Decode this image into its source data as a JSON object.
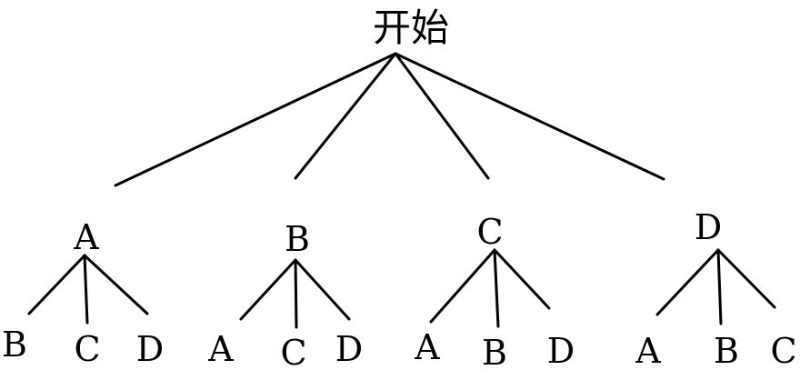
{
  "tree": {
    "root": "开始",
    "branches": [
      {
        "label": "A",
        "children": [
          "B",
          "C",
          "D"
        ]
      },
      {
        "label": "B",
        "children": [
          "A",
          "C",
          "D"
        ]
      },
      {
        "label": "C",
        "children": [
          "A",
          "B",
          "D"
        ]
      },
      {
        "label": "D",
        "children": [
          "A",
          "B",
          "C"
        ]
      }
    ]
  },
  "colors": {
    "ink": "#000000",
    "background": "#ffffff"
  }
}
